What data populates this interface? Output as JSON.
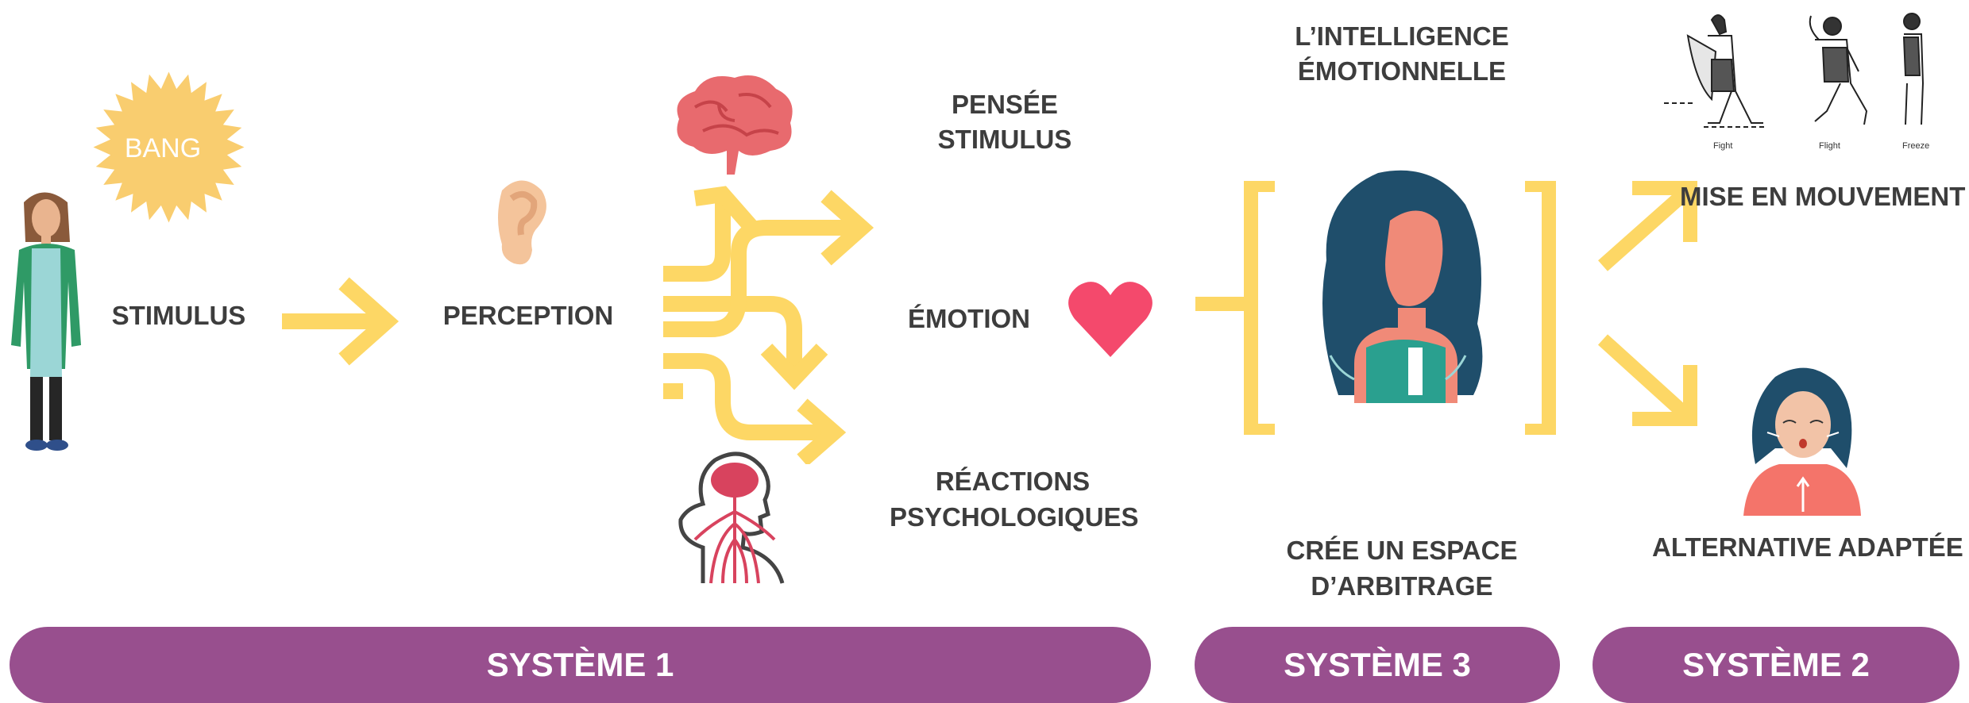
{
  "labels": {
    "bang": "BANG",
    "stimulus": "STIMULUS",
    "perception": "PERCEPTION",
    "pensee_line1": "PENSÉE",
    "pensee_line2": "STIMULUS",
    "emotion": "ÉMOTION",
    "reactions_line1": "RÉACTIONS",
    "reactions_line2": "PSYCHOLOGIQUES",
    "intelligence_line1": "L’INTELLIGENCE",
    "intelligence_line2": "ÉMOTIONNELLE",
    "espace_line1": "CRÉE UN ESPACE",
    "espace_line2": "D’ARBITRAGE",
    "mise": "MISE EN MOUVEMENT",
    "alternative": "ALTERNATIVE ADAPTÉE",
    "fight": "Fight",
    "flight": "Flight",
    "freeze": "Freeze"
  },
  "systems": {
    "s1": "SYSTÈME 1",
    "s3": "SYSTÈME 3",
    "s2": "SYSTÈME 2"
  },
  "colors": {
    "arrow": "#fdd765",
    "pill": "#984f8e",
    "heart": "#f4496c",
    "brain": "#e86a6e",
    "text": "#3d3d3d"
  }
}
